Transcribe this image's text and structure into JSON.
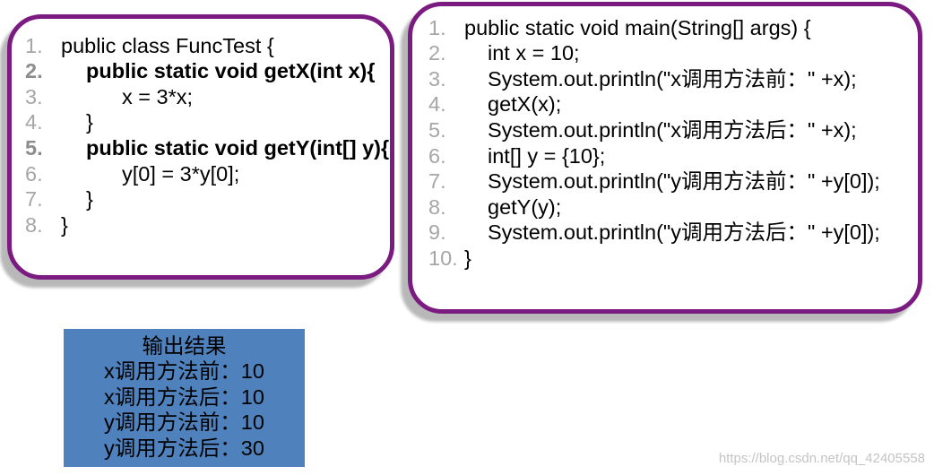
{
  "colors": {
    "frame_border": "#7b1a80",
    "line_number": "#a6a6a6",
    "line_number_bold": "#8c8c8c",
    "code_text": "#000000",
    "output_background": "#4f81bd",
    "watermark": "#c4c4c4"
  },
  "class_panel": {
    "line_numbers": [
      "1.",
      "2.",
      "3.",
      "4.",
      "5.",
      "6.",
      "7.",
      "8."
    ],
    "lines": [
      "public class FuncTest {",
      "public static void getX(int x){",
      "x = 3*x;",
      "}",
      "public static void getY(int[] y){",
      "y[0] = 3*y[0];",
      "}",
      "}"
    ]
  },
  "main_panel": {
    "line_numbers": [
      "1.",
      "2.",
      "3.",
      "4.",
      "5.",
      "6.",
      "7.",
      "8.",
      "9.",
      "10."
    ],
    "lines": [
      "public static void main(String[] args) {",
      "int x = 10;",
      "System.out.println(\"x调用方法前：\" +x);",
      "getX(x);",
      "System.out.println(\"x调用方法后：\" +x);",
      "int[] y = {10};",
      "System.out.println(\"y调用方法前：\" +y[0]);",
      "getY(y);",
      "System.out.println(\"y调用方法后：\" +y[0]);",
      "}"
    ]
  },
  "output_panel": {
    "title": "输出结果",
    "lines": [
      "x调用方法前：10",
      "x调用方法后：10",
      "y调用方法前：10",
      "y调用方法后：30"
    ]
  },
  "watermark": "https://blog.csdn.net/qq_42405558"
}
